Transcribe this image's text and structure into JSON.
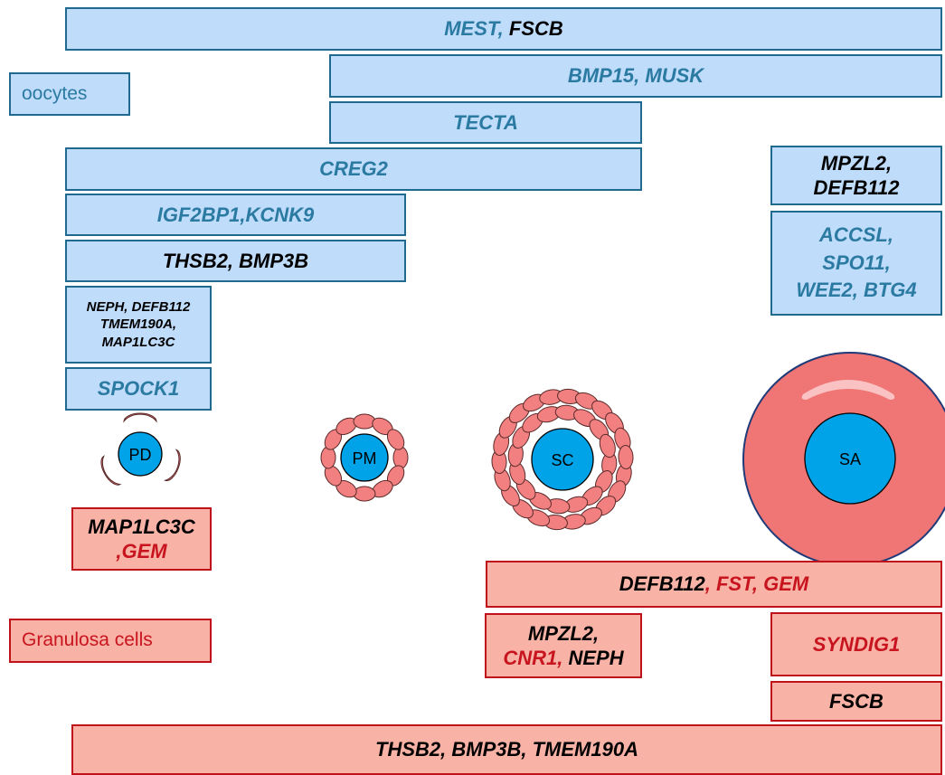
{
  "oocyte_label": "oocytes",
  "granulosa_label": "Granulosa cells",
  "oocyte_genes": {
    "mest_fscb": [
      "MEST,",
      " FSCB"
    ],
    "bmp15_musk": "BMP15, MUSK",
    "tecta": "TECTA",
    "creg2": "CREG2",
    "igf2bp1_kcnk9": "IGF2BP1,KCNK9",
    "thsb2_bmp3b": "THSB2, BMP3B",
    "neph_group": [
      "NEPH, DEFB112",
      "TMEM190A,",
      "MAP1LC3C"
    ],
    "spock1": "SPOCK1",
    "mpzl2_defb112": [
      "MPZL2,",
      "DEFB112"
    ],
    "accsl_group": [
      "ACCSL,",
      "SPO11,",
      "WEE2, BTG4"
    ]
  },
  "granulosa_genes": {
    "map1lc3c_gem": [
      "MAP1LC3C",
      ",GEM"
    ],
    "defb112_fst_gem": [
      "DEFB112",
      ", FST, GEM"
    ],
    "mpzl2_cnr1_neph": [
      "MPZL2,",
      "CNR1,",
      " NEPH"
    ],
    "syndig1": "SYNDIG1",
    "fscb": "FSCB",
    "thsb2_bmp3b_tmem190a": "THSB2, BMP3B, TMEM190A"
  },
  "stages": {
    "pd": "PD",
    "pm": "PM",
    "sc": "SC",
    "sa": "SA"
  },
  "colors": {
    "oocyte_fill": "#bfdcfb",
    "oocyte_border": "#1f6a8e",
    "granulosa_fill": "#f9b3a6",
    "granulosa_border": "#c0121b",
    "nucleus": "#00a2e8",
    "granulosa_cell": "#f28080"
  }
}
